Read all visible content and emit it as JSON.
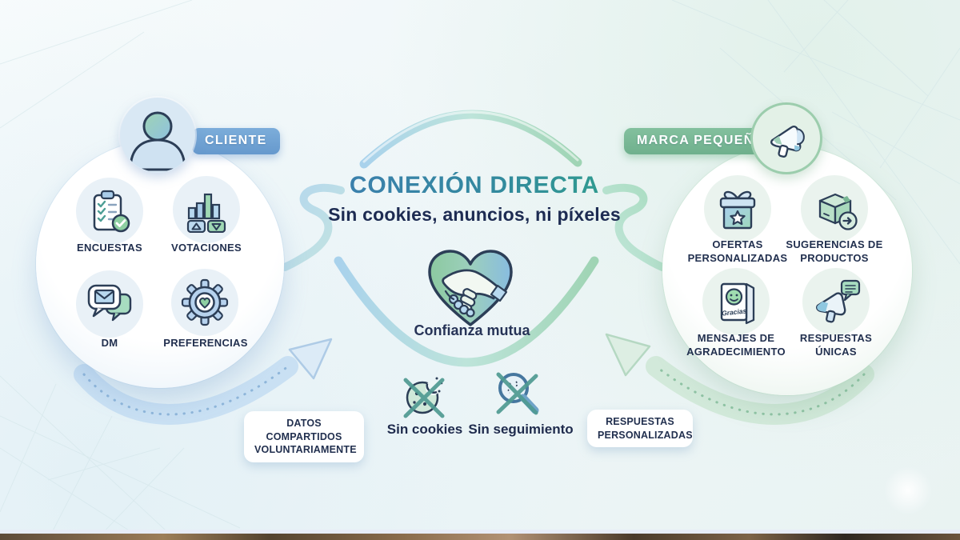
{
  "title": {
    "text": "CONEXIÓN DIRECTA",
    "subtitle": "Sin cookies, anuncios, ni píxeles"
  },
  "client": {
    "badge": "CLIENTE",
    "items": [
      {
        "label": "ENCUESTAS",
        "icon": "clipboard-check-icon"
      },
      {
        "label": "VOTACIONES",
        "icon": "vote-bars-icon"
      },
      {
        "label": "DM",
        "icon": "direct-message-icon"
      },
      {
        "label": "PREFERENCIAS",
        "icon": "gear-heart-icon"
      }
    ]
  },
  "brand": {
    "badge": "MARCA PEQUEÑA",
    "card_text": "Gracias",
    "items": [
      {
        "label": "OFERTAS PERSONALIZADAS",
        "icon": "gift-icon"
      },
      {
        "label": "SUGERENCIAS DE PRODUCTOS",
        "icon": "package-icon"
      },
      {
        "label": "MENSAJES DE AGRADECIMIENTO",
        "icon": "thank-you-card-icon"
      },
      {
        "label": "RESPUESTAS ÚNICAS",
        "icon": "megaphone-bubble-icon"
      }
    ]
  },
  "center": {
    "trust": "Confianza mutua",
    "no_cookies": "Sin cookies",
    "no_tracking": "Sin seguimiento"
  },
  "flows": {
    "left": "DATOS COMPARTIDOS VOLUNTARIAMENTE",
    "right": "RESPUESTAS PERSONALIZADAS"
  },
  "colors": {
    "accent_blue": "#6fa3d4",
    "accent_green": "#7fbd9c",
    "title_blue": "#3c7fae",
    "title_teal": "#2f9d8d",
    "navy": "#22304f"
  }
}
